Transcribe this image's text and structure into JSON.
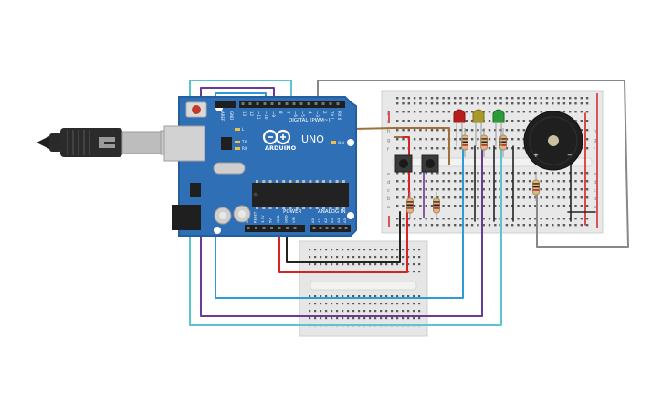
{
  "arduino": {
    "brand": "ARDUINO",
    "model": "UNO",
    "digital_label": "DIGITAL (PWM~)",
    "power_label": "POWER",
    "analog_label": "ANALOG IN",
    "on_label": "ON",
    "tx_label": "TX",
    "rx_label": "RX",
    "l_label": "L",
    "aref_label": "AREF",
    "gnd_label": "GND",
    "digital_pins": [
      "13",
      "12",
      "~11",
      "~10",
      "~9",
      "8",
      "7",
      "~6",
      "~5",
      "4",
      "~3",
      "2",
      "TX 1",
      "RX 0"
    ],
    "power_pins": [
      "IOREF",
      "RESET",
      "3.3V",
      "5V",
      "GND",
      "GND",
      "VIN"
    ],
    "analog_pins": [
      "A0",
      "A1",
      "A2",
      "A3",
      "A4",
      "A5"
    ]
  },
  "breadboard": {
    "row_letters": [
      "j",
      "i",
      "h",
      "g",
      "f",
      "e",
      "d",
      "c",
      "b",
      "a"
    ]
  },
  "colors": {
    "board": "#2f6fb6",
    "board_edge": "#235f9f",
    "breadboard": "#e8e8e8",
    "wire_teal": "#5bc4cf",
    "wire_blue": "#2e9bd6",
    "wire_purple": "#6a3a96",
    "wire_red": "#d42424",
    "wire_black": "#222222",
    "wire_brown": "#a0703a",
    "wire_gray": "#888888",
    "led_red": "#b81d1d",
    "led_yellow": "#a89a2a",
    "led_green": "#2d9a3a"
  }
}
